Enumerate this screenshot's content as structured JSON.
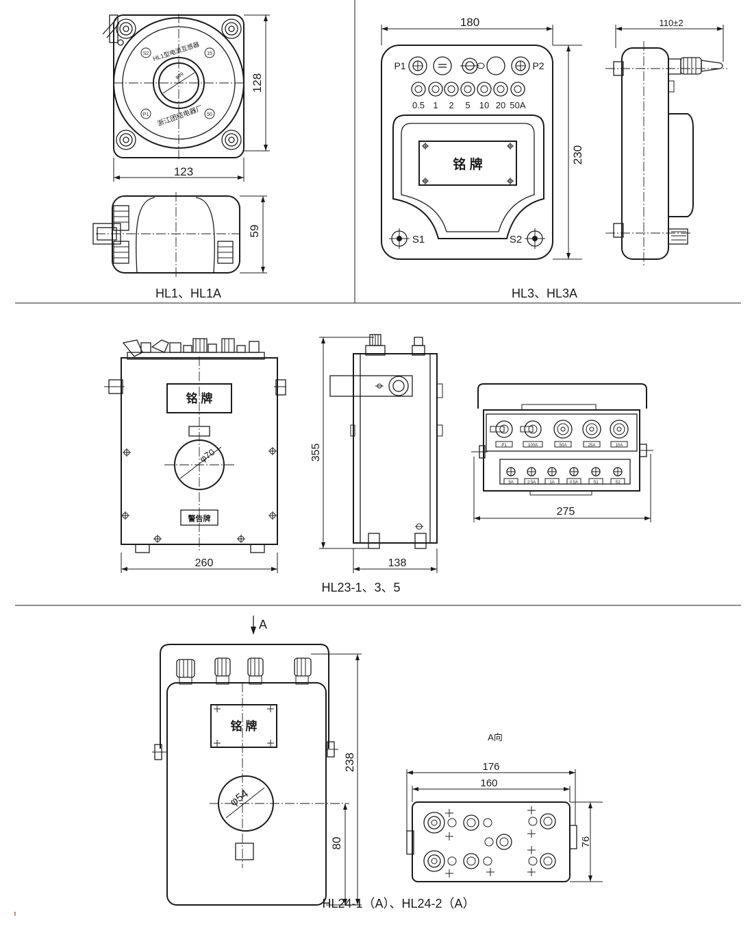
{
  "panels": {
    "hl1": {
      "caption": "HL1、HL1A",
      "dims": {
        "width": "123",
        "height": "128",
        "depth": "59"
      },
      "face_text": {
        "model": "HL1型电流互感器",
        "maker": "浙江团结电器厂",
        "s2": "S2",
        "p1": "P1",
        "n15": "15",
        "n50": "50",
        "bore": "φ39"
      }
    },
    "hl3": {
      "caption": "HL3、HL3A",
      "dims": {
        "width": "180",
        "height": "230",
        "depth": "110±2"
      },
      "terminals": {
        "p1": "P1",
        "p2": "P2",
        "s1": "S1",
        "s2": "S2"
      },
      "ratings": [
        "0.5",
        "1",
        "2",
        "5",
        "10",
        "20",
        "50A"
      ],
      "nameplate": "铭  牌"
    },
    "hl23": {
      "caption": "HL23-1、3、5",
      "dims": {
        "width": "260",
        "height": "355",
        "depth": "138",
        "top_width": "275"
      },
      "nameplate": "铭  牌",
      "warning": "警告牌",
      "bore": "φ70",
      "top_row": [
        "P1",
        "100A",
        "50A",
        "25A",
        "10A"
      ],
      "bottom_row": [
        "5A",
        "2.5A",
        "1A",
        "0.5A",
        "S1",
        "S2"
      ]
    },
    "hl24": {
      "caption": "HL24-1（A）、HL24-2（A）",
      "view_arrow": "A",
      "view_label": "A向",
      "dims": {
        "height": "238",
        "bore_height": "80",
        "outer": "176",
        "inner": "160",
        "depth": "76"
      },
      "nameplate": "铭  牌",
      "bore": "φ54"
    }
  }
}
